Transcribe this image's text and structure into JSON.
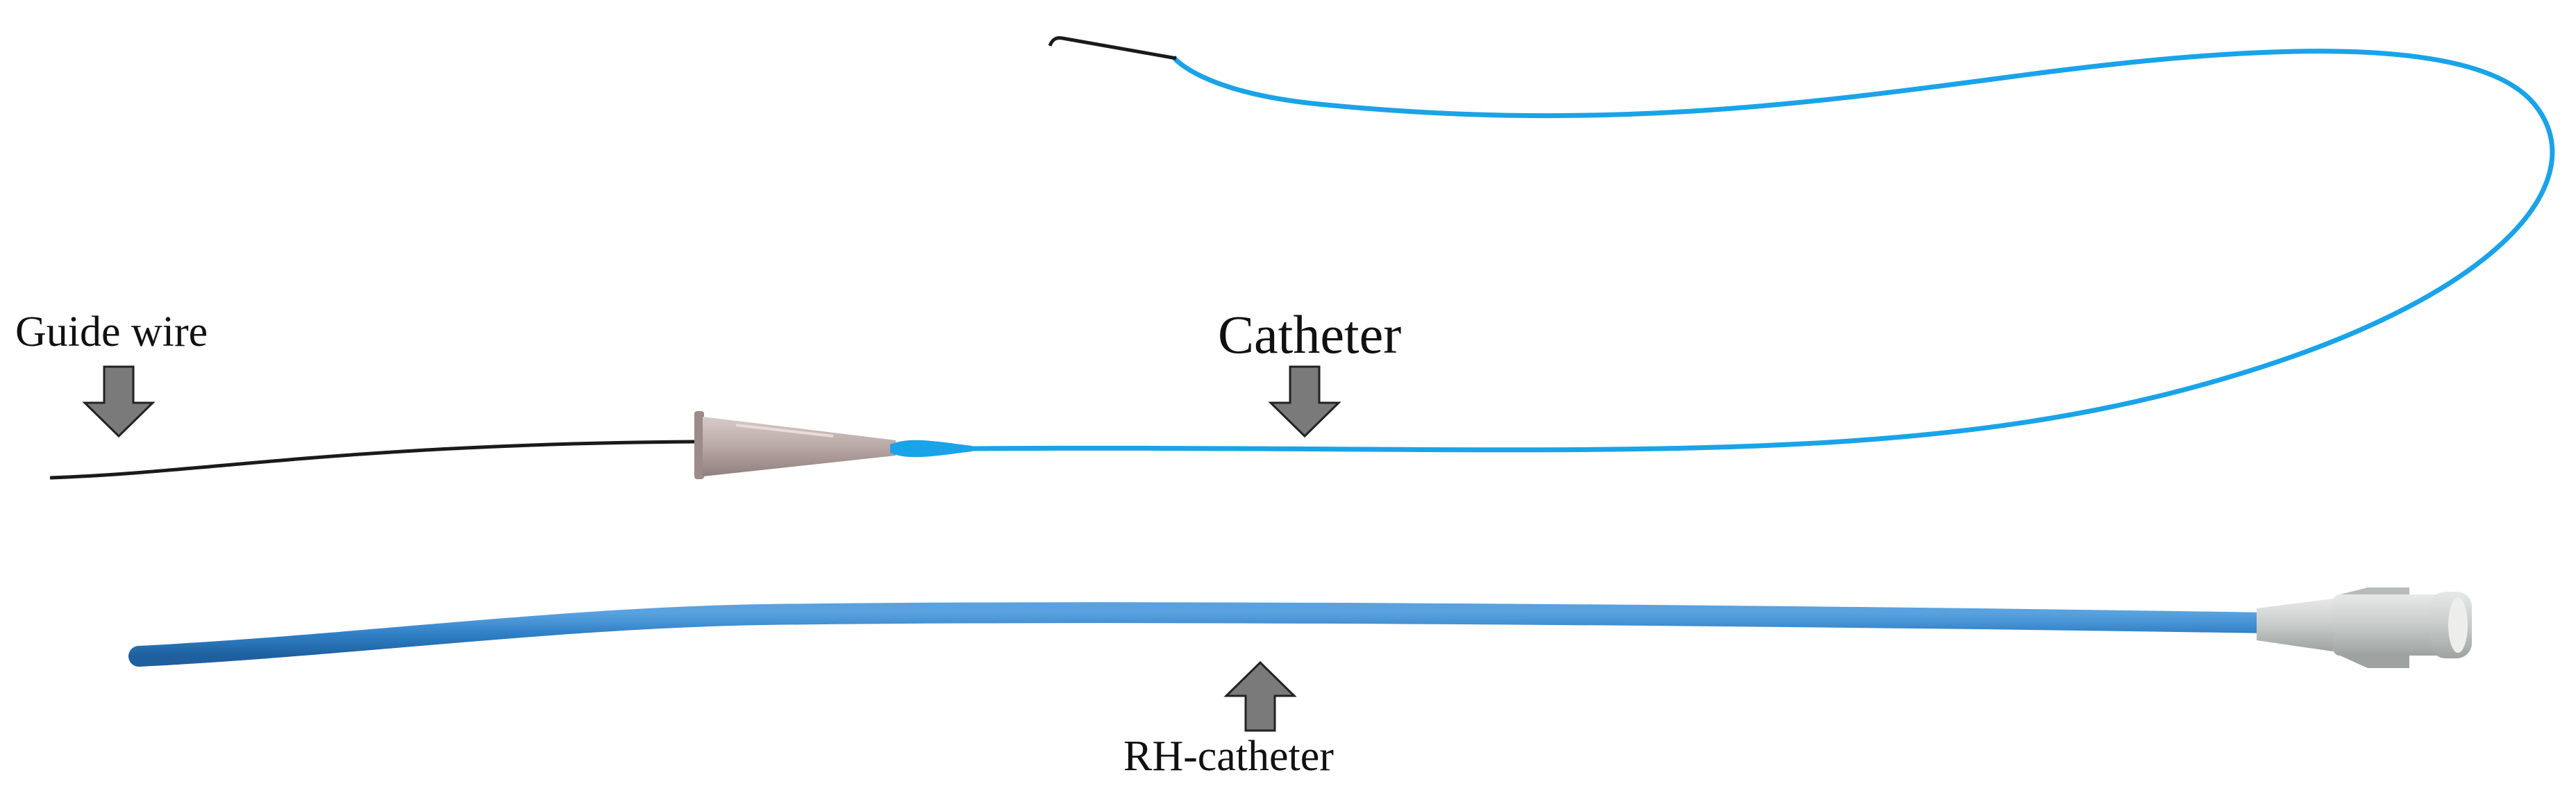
{
  "labels": {
    "guide_wire": "Guide wire",
    "catheter": "Catheter",
    "rh_catheter": "RH-catheter"
  },
  "colors": {
    "catheter_blue": "#1aa3e8",
    "rh_catheter_blue": "#2f7fc6",
    "wire": "#1a1a1a",
    "arrow_fill": "#7a7a7a",
    "hub_gray": "#c9cdcc",
    "needle_hub": "#b9a8a6"
  }
}
